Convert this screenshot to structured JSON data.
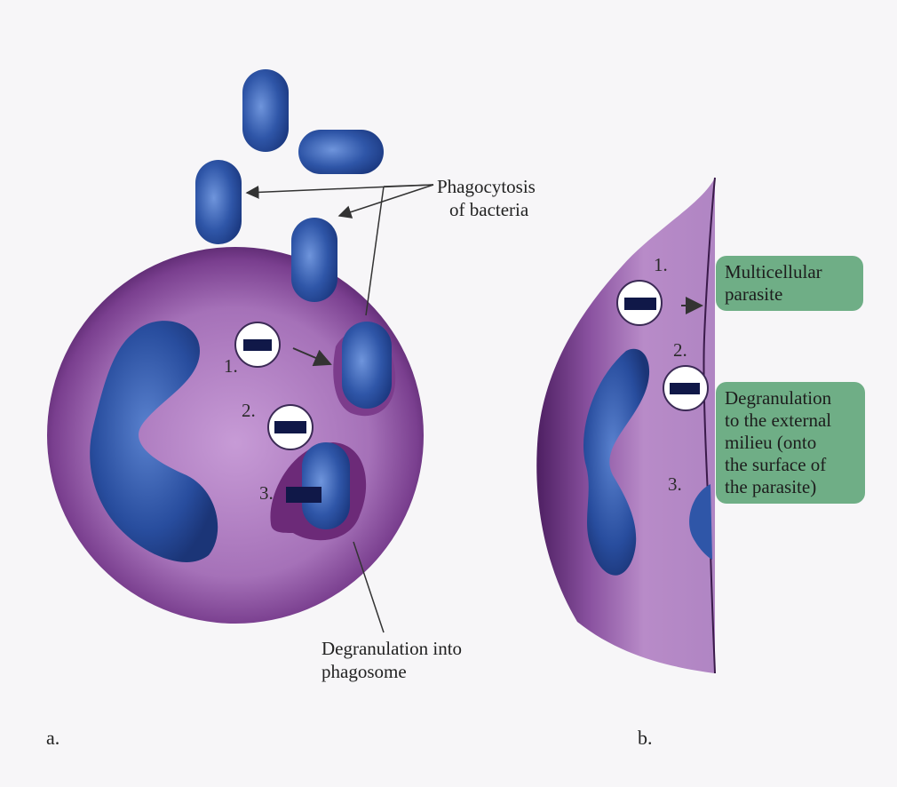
{
  "labels": {
    "phagocytosis_line1": "Phagocytosis",
    "phagocytosis_line2": "of bacteria",
    "degranulation_line1": "Degranulation into",
    "degranulation_line2": "phagosome",
    "parasite_line1": "Multicellular",
    "parasite_line2": "parasite",
    "external_line1": "Degranulation",
    "external_line2": "to the external",
    "external_line3": "milieu (onto",
    "external_line4": "the surface of",
    "external_line5": "the parasite)"
  },
  "steps_a": [
    "1.",
    "2.",
    "3."
  ],
  "steps_b": [
    "1.",
    "2.",
    "3."
  ],
  "panels": {
    "a": "a.",
    "b": "b."
  },
  "colors": {
    "cell_dark": "#5a2a6e",
    "cell_light": "#b487c2",
    "bacteria": "#2f56a8",
    "note_bg": "#6fae86"
  }
}
